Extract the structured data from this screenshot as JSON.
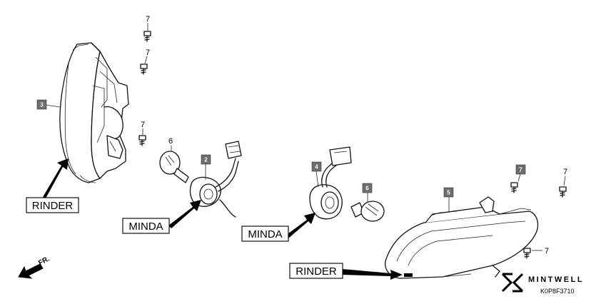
{
  "labels": {
    "rinder_left": "RINDER",
    "minda_left": "MINDA",
    "minda_right": "MINDA",
    "rinder_right": "RINDER"
  },
  "callouts": {
    "badge_3": "3",
    "badge_2": "2",
    "badge_4": "4",
    "badge_5": "5",
    "badge_6": "6",
    "badge_7": "7",
    "num_7_a": "7",
    "num_7_b": "7",
    "num_7_c": "7",
    "num_7_d": "7",
    "num_7_e": "7",
    "num_6": "6"
  },
  "direction": {
    "text": "FR."
  },
  "watermark": {
    "brand": "MINTWELL",
    "code": "K0P8F3710"
  },
  "colors": {
    "line": "#111111",
    "badge": "#6e6e6e",
    "background": "#ffffff"
  },
  "icons": [
    "screw-icon",
    "bulb-icon",
    "socket-icon",
    "headlight-icon",
    "direction-arrow-icon",
    "mintwell-logo-icon"
  ]
}
